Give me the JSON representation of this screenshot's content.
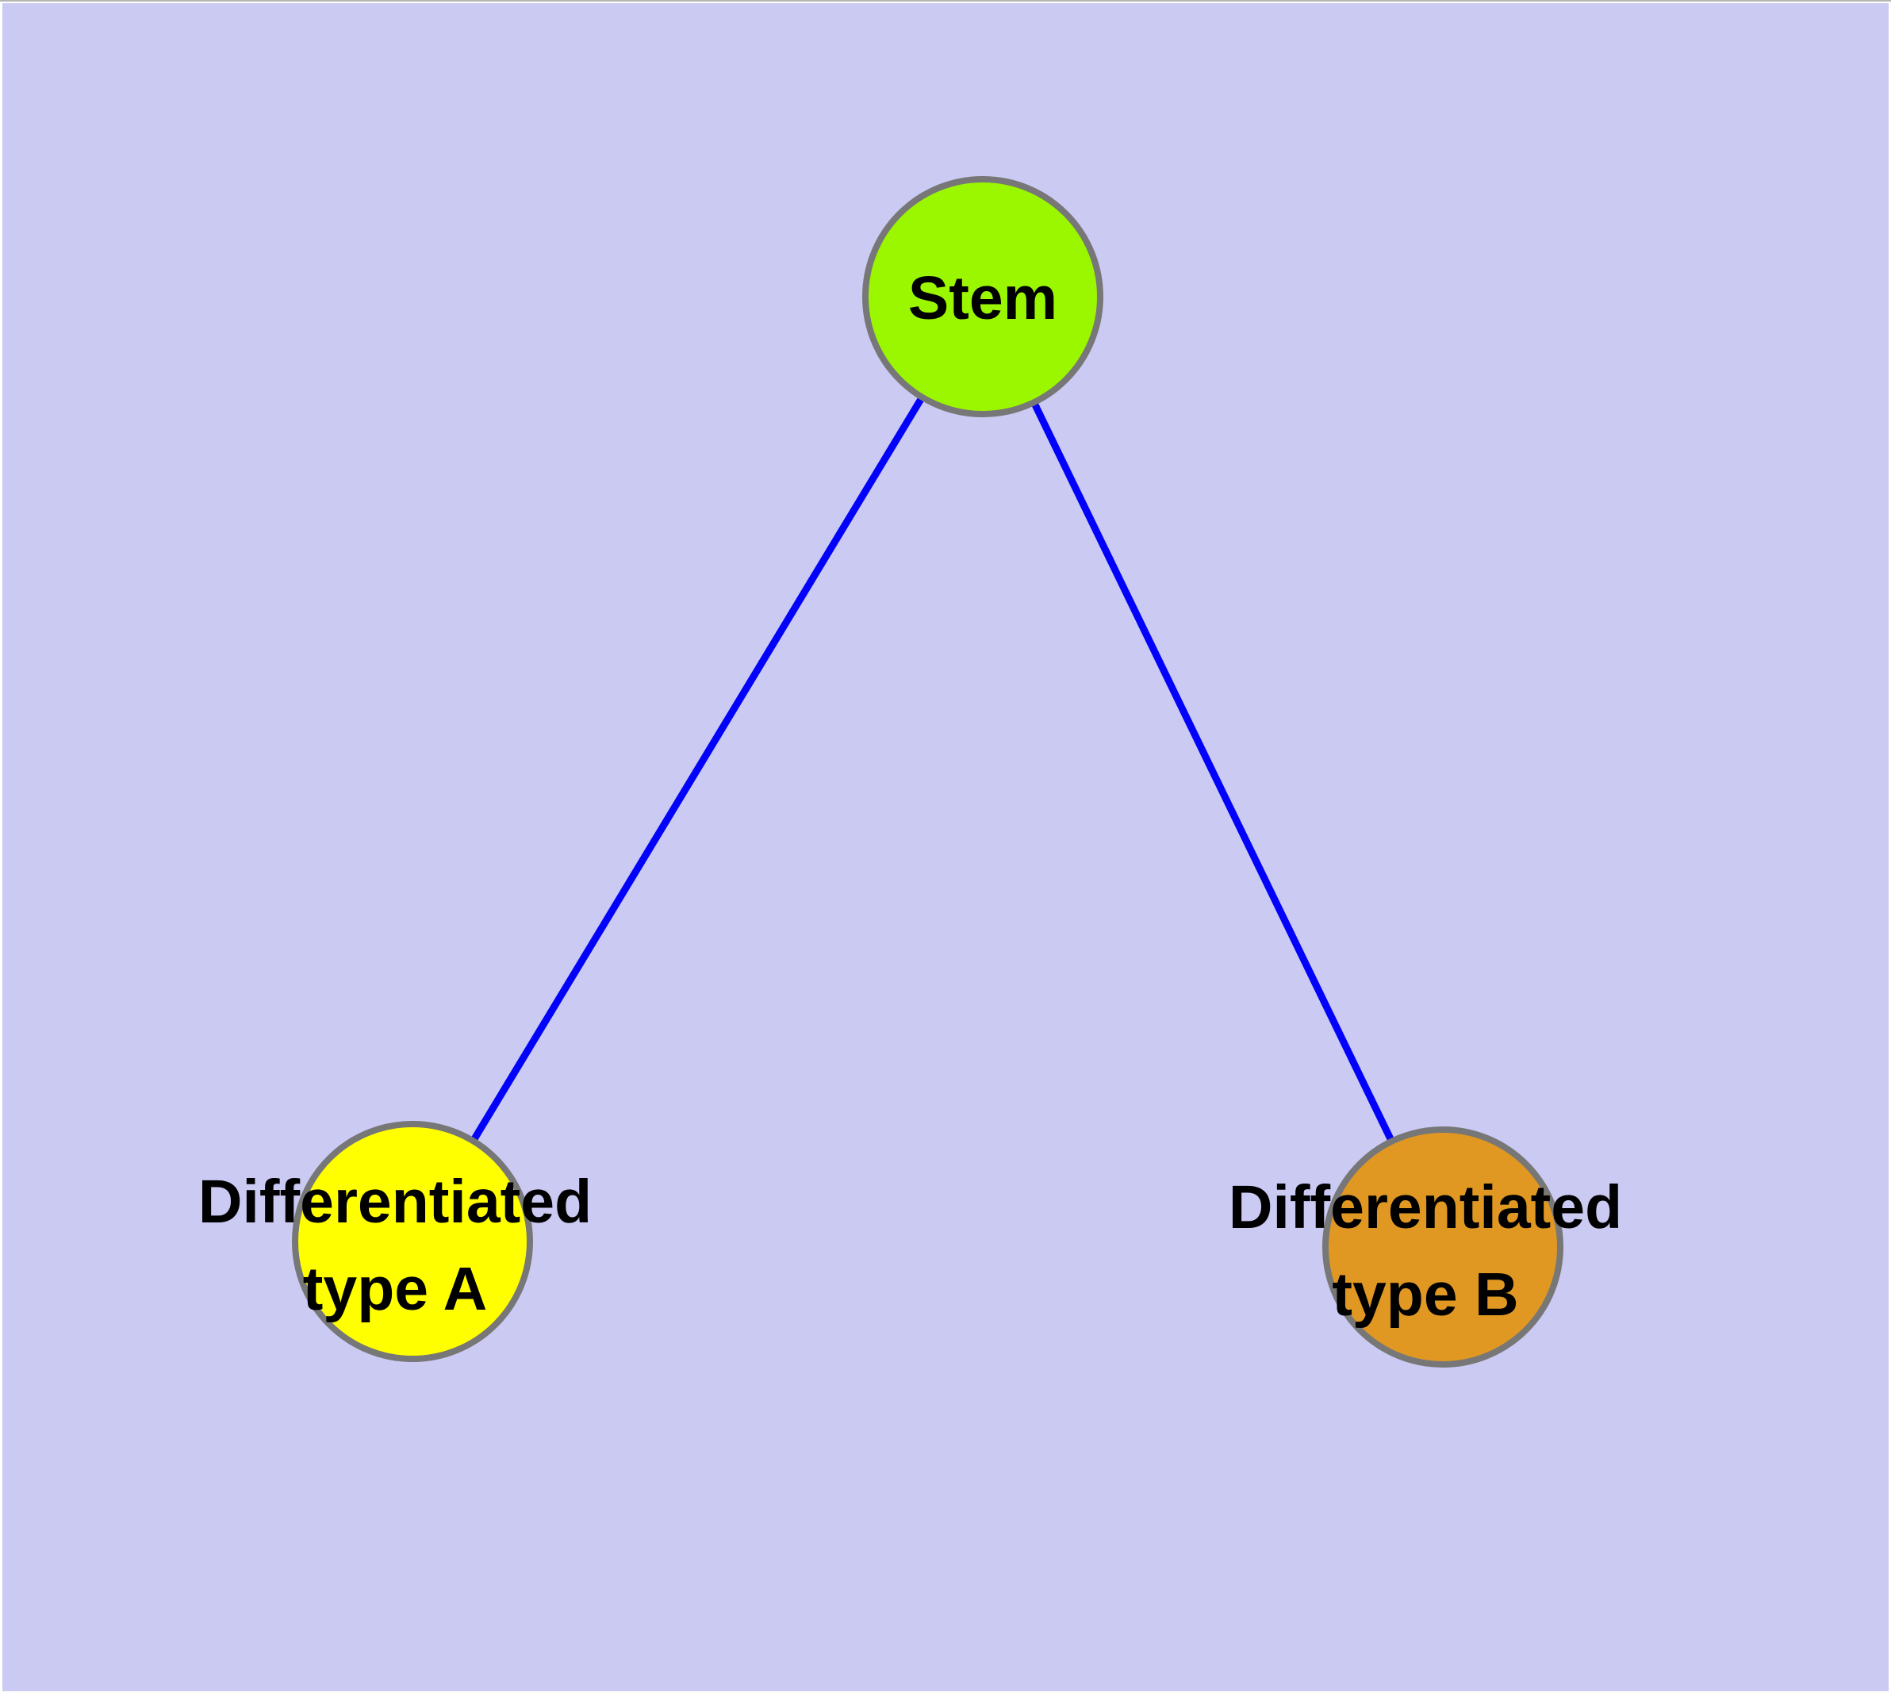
{
  "diagram": {
    "type": "graph",
    "background_color": "#cacaf3",
    "edge_color": "#0202fa",
    "node_border_color": "#777777",
    "label_color": "#000000",
    "nodes": [
      {
        "id": "stem",
        "lines": [
          "Stem"
        ],
        "label": "Stem",
        "color": "#9bf700"
      },
      {
        "id": "type-a",
        "lines": [
          "Differentiated",
          "type A"
        ],
        "label": "Differentiated type A",
        "color": "#ffff00"
      },
      {
        "id": "type-b",
        "lines": [
          "Differentiated",
          "type B"
        ],
        "label": "Differentiated type B",
        "color": "#e09822"
      }
    ],
    "edges": [
      {
        "from": "Stem",
        "to": "Differentiated type A"
      },
      {
        "from": "Stem",
        "to": "Differentiated type B"
      }
    ]
  }
}
